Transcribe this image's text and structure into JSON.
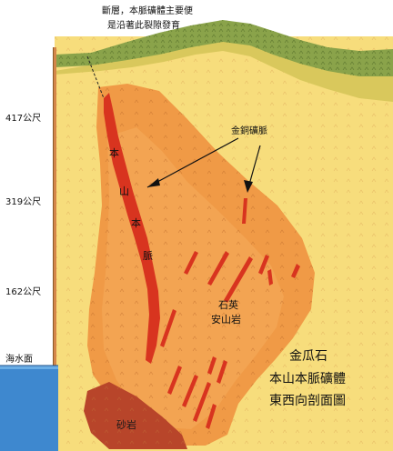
{
  "annotations": {
    "fault_note_line1": "斷層，本脈礦體主要便",
    "fault_note_line2": "是沿著此裂隙發育",
    "gold_copper_vein": "金銅礦脈",
    "main_vein_chars": [
      "本",
      "山",
      "本",
      "脈"
    ],
    "quartz_andesite_line1": "石英",
    "quartz_andesite_line2": "安山岩",
    "sandstone": "砂岩"
  },
  "elevations": [
    "417公尺",
    "319公尺",
    "162公尺",
    "海水面"
  ],
  "title": {
    "line1": "金瓜石",
    "line2": "本山本脈礦體",
    "line3": "東西向剖面圖"
  },
  "colors": {
    "background": "#f7dd7c",
    "ore_body": "#f09a46",
    "ore_body_inner": "#f4a857",
    "vein": "#d8341f",
    "sandstone": "#b8452a",
    "ground_green": "#8aa34a",
    "ground_yellow": "#d9c85c",
    "sea": "#3e88cf",
    "scale_bar": "#d4864a"
  }
}
